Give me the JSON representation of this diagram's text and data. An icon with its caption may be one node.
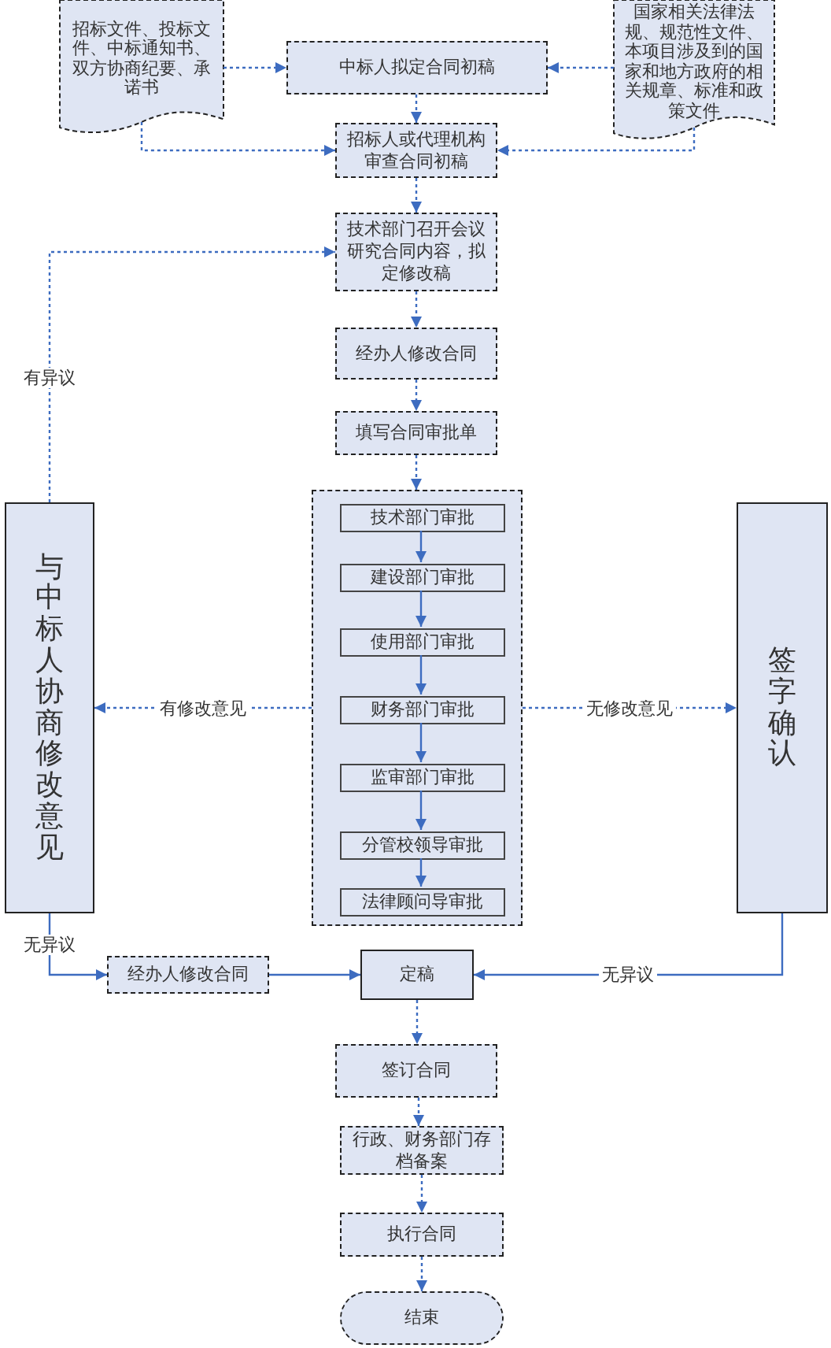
{
  "diagram": {
    "nodes": [
      {
        "text": [
          "招标文件、投标文件、中标通知书、双方协商纪要、承诺书"
        ]
      },
      {
        "text": [
          "中标人拟定合同初稿"
        ]
      },
      {
        "text": [
          "国家相关法律法规、规范性文件、本项目涉及到的国家和地方政府的相关规章、标准和政策文件"
        ]
      },
      {
        "text": [
          "招标人或代理机构审查合同初稿"
        ]
      },
      {
        "text": [
          "技术部门召开会议研究合同内容，拟定修改稿"
        ]
      },
      {
        "text": [
          "经办人修改合同"
        ]
      },
      {
        "text": [
          "填写合同审批单"
        ]
      },
      {
        "text": [],
        "shape": "box"
      },
      {
        "text": [
          "技术部门审批"
        ],
        "in": 7
      },
      {
        "text": [
          "建设部门审批"
        ],
        "in": 7
      },
      {
        "text": [
          "使用部门审批"
        ],
        "in": 7
      },
      {
        "text": [
          "财务部门审批"
        ],
        "in": 7
      },
      {
        "text": [
          "监审部门审批"
        ],
        "in": 7
      },
      {
        "text": [
          "分管校领导审批"
        ],
        "in": 7
      },
      {
        "text": [
          "法律顾问导审批"
        ],
        "in": 7
      },
      {
        "text": [
          "与中标人协商修改意见"
        ]
      },
      {
        "text": [
          "签字确认"
        ]
      },
      {
        "text": [
          "经办人修改合同"
        ]
      },
      {
        "text": [
          "定稿"
        ]
      },
      {
        "text": [
          "签订合同"
        ]
      },
      {
        "text": [
          "行政、财务部门存档备案"
        ]
      },
      {
        "text": [
          "执行合同"
        ]
      },
      {
        "text": [
          "结束"
        ]
      }
    ],
    "edges": [
      {
        "from": 0,
        "to": 1,
        "arrow": "to",
        "style": "dashed"
      },
      {
        "from": 2,
        "to": 1,
        "arrow": "to",
        "style": "dashed"
      },
      {
        "from": 1,
        "to": 3,
        "arrow": "to",
        "style": "dashed"
      },
      {
        "from": 0,
        "to": 3,
        "arrow": "to",
        "style": "dashed"
      },
      {
        "from": 2,
        "to": 3,
        "arrow": "to",
        "style": "dashed"
      },
      {
        "from": 3,
        "to": 4,
        "arrow": "to",
        "style": "dashed"
      },
      {
        "from": 15,
        "to": 4,
        "arrow": "to",
        "label": "有异议",
        "style": "dashed"
      },
      {
        "from": 4,
        "to": 5,
        "arrow": "to",
        "style": "dashed"
      },
      {
        "from": 5,
        "to": 6,
        "arrow": "to",
        "style": "dashed"
      },
      {
        "from": 6,
        "to": 7,
        "arrow": "to",
        "style": "dashed"
      },
      {
        "from": 8,
        "to": 9,
        "arrow": "to"
      },
      {
        "from": 9,
        "to": 10,
        "arrow": "to"
      },
      {
        "from": 10,
        "to": 11,
        "arrow": "to"
      },
      {
        "from": 11,
        "to": 12,
        "arrow": "to"
      },
      {
        "from": 12,
        "to": 13,
        "arrow": "to"
      },
      {
        "from": 13,
        "to": 14,
        "arrow": "to"
      },
      {
        "from": 7,
        "to": 15,
        "arrow": "to",
        "label": "有修改意见",
        "style": "dashed"
      },
      {
        "from": 7,
        "to": 16,
        "arrow": "to",
        "label": "无修改意见",
        "style": "dashed"
      },
      {
        "from": 15,
        "to": 17,
        "arrow": "to",
        "label": "无异议"
      },
      {
        "from": 17,
        "to": 18,
        "arrow": "to"
      },
      {
        "from": 16,
        "to": 18,
        "arrow": "to",
        "label": "无异议"
      },
      {
        "from": 18,
        "to": 19,
        "arrow": "to",
        "style": "dashed"
      },
      {
        "from": 19,
        "to": 20,
        "arrow": "to",
        "style": "dashed"
      },
      {
        "from": 20,
        "to": 21,
        "arrow": "to",
        "style": "dashed"
      },
      {
        "from": 21,
        "to": 22,
        "arrow": "to",
        "style": "dashed"
      }
    ]
  }
}
